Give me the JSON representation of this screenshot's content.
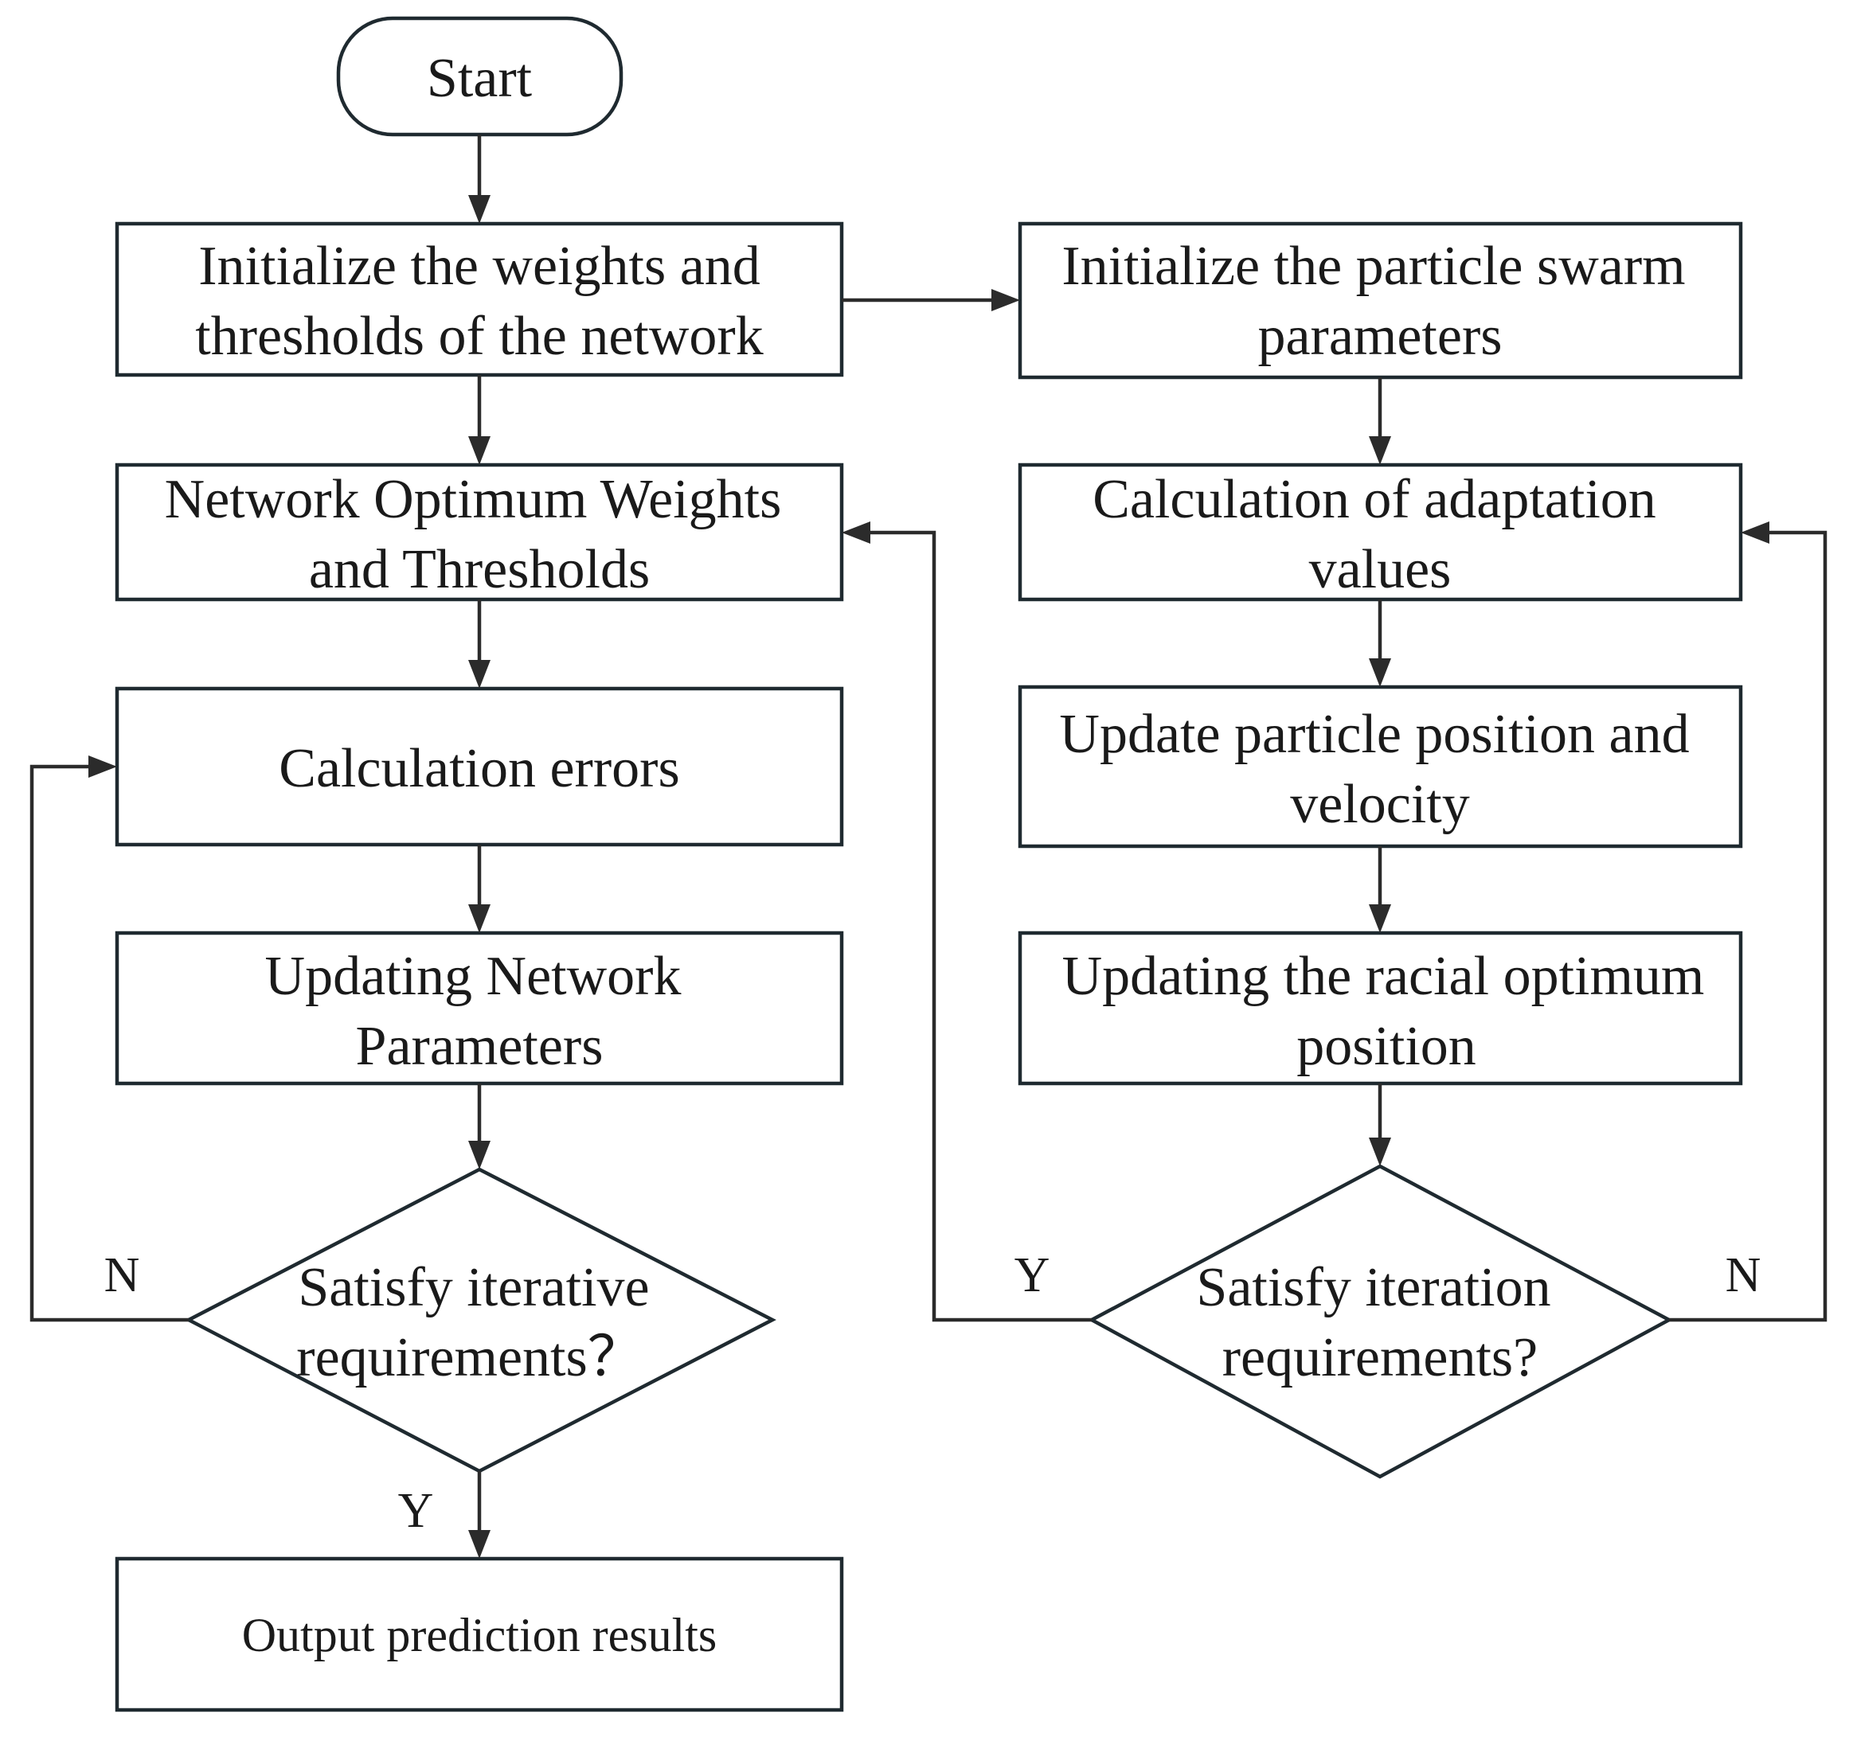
{
  "nodes": {
    "start": {
      "label": "Start"
    },
    "init_network": {
      "lines": [
        "Initialize the weights and",
        "thresholds of the network"
      ]
    },
    "network_optimum": {
      "lines": [
        "Network Optimum Weights",
        "and Thresholds"
      ]
    },
    "calc_errors": {
      "lines": [
        "Calculation errors"
      ]
    },
    "update_network": {
      "lines": [
        "Updating Network",
        "Parameters"
      ]
    },
    "satisfy_iterative": {
      "lines": [
        "Satisfy iterative",
        "requirements？"
      ]
    },
    "output_results": {
      "lines": [
        "Output prediction results"
      ]
    },
    "init_swarm": {
      "lines": [
        "Initialize the particle swarm",
        "parameters"
      ]
    },
    "calc_adaptation": {
      "lines": [
        "Calculation of adaptation",
        "values"
      ]
    },
    "update_particle": {
      "lines": [
        "Update particle position and",
        "velocity"
      ]
    },
    "update_racial": {
      "lines": [
        "Updating the racial optimum",
        "position"
      ]
    },
    "satisfy_iteration": {
      "lines": [
        "Satisfy iteration",
        "requirements?"
      ]
    }
  },
  "edge_labels": {
    "left_decision_no": "N",
    "left_decision_yes": "Y",
    "right_decision_yes": "Y",
    "right_decision_no": "N"
  },
  "colors": {
    "stroke": "#1f2a30",
    "arrow": "#2b2b2b",
    "text": "#1a1a1a",
    "background": "#ffffff"
  }
}
